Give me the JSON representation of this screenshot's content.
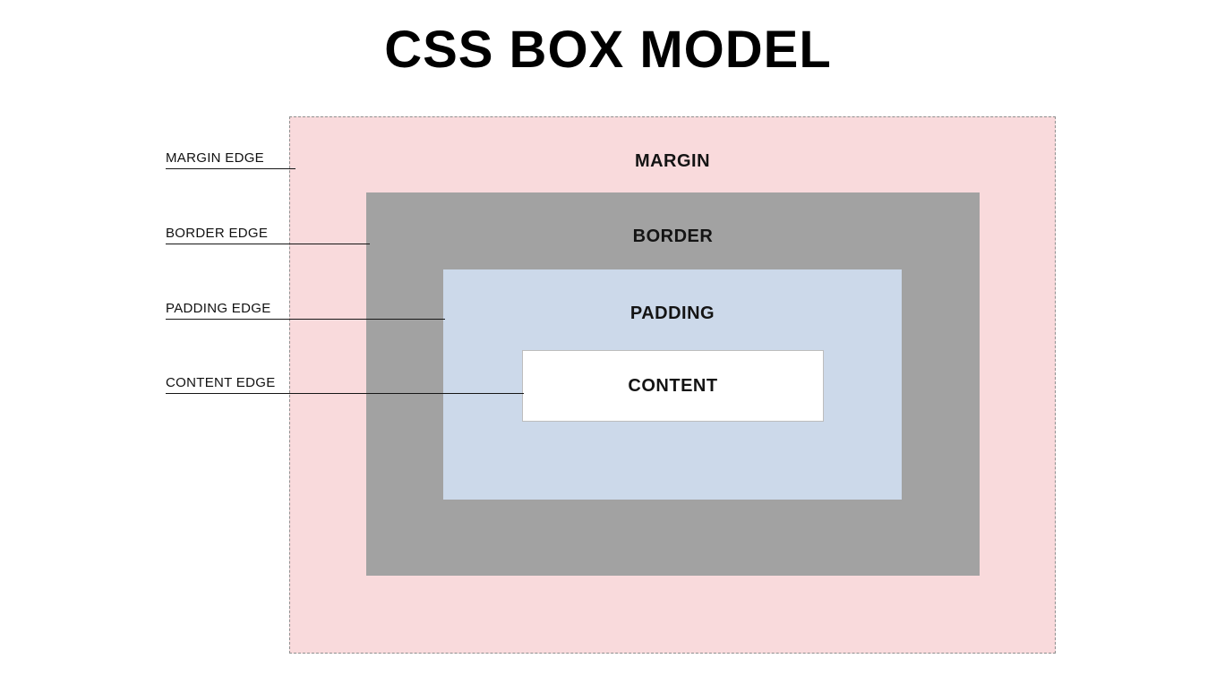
{
  "title": "CSS BOX MODEL",
  "boxes": {
    "margin": {
      "label": "MARGIN",
      "color": "#f9dadc"
    },
    "border": {
      "label": "BORDER",
      "color": "#a2a2a2"
    },
    "padding": {
      "label": "PADDING",
      "color": "#ccd9ea"
    },
    "content": {
      "label": "CONTENT",
      "color": "#ffffff"
    }
  },
  "edges": [
    {
      "label": "MARGIN EDGE"
    },
    {
      "label": "BORDER EDGE"
    },
    {
      "label": "PADDING EDGE"
    },
    {
      "label": "CONTENT EDGE"
    }
  ],
  "line_color": "#161616"
}
